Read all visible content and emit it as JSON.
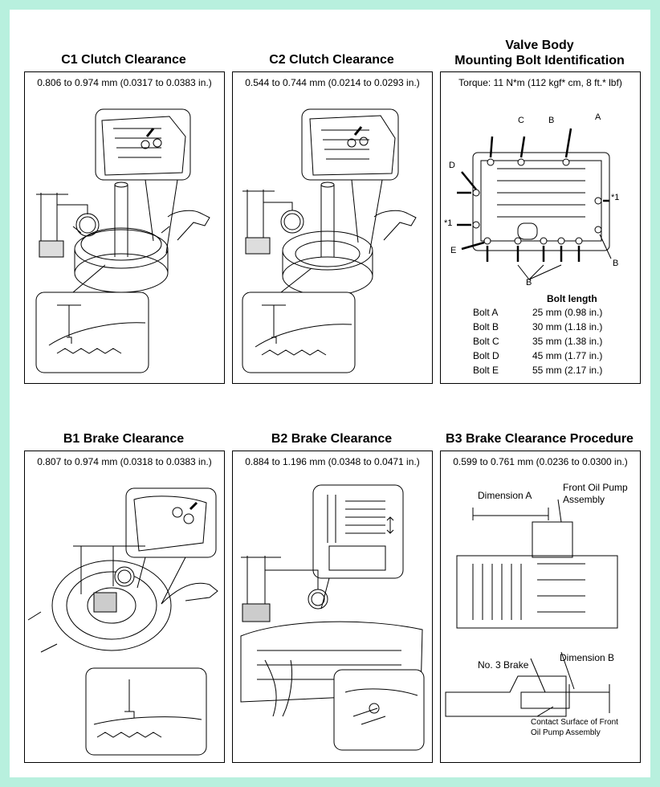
{
  "panels": {
    "c1": {
      "title": "C1 Clutch Clearance",
      "spec": "0.806 to 0.974 mm (0.0317 to 0.0383 in.)"
    },
    "c2": {
      "title": "C2 Clutch Clearance",
      "spec": "0.544 to 0.744 mm (0.0214 to 0.0293 in.)"
    },
    "valve": {
      "title_line1": "Valve Body",
      "title_line2": "Mounting Bolt Identification",
      "spec": "Torque: 11 N*m (112 kgf* cm, 8 ft.* lbf)",
      "callouts": {
        "a": "A",
        "b": "B",
        "c": "C",
        "d": "D",
        "e": "E",
        "star1": "*1"
      },
      "table_header": "Bolt length",
      "bolts": [
        {
          "name": "Bolt A",
          "length": "25 mm (0.98 in.)"
        },
        {
          "name": "Bolt B",
          "length": "30 mm (1.18 in.)"
        },
        {
          "name": "Bolt C",
          "length": "35 mm (1.38 in.)"
        },
        {
          "name": "Bolt D",
          "length": "45 mm (1.77 in.)"
        },
        {
          "name": "Bolt E",
          "length": "55 mm (2.17 in.)"
        }
      ]
    },
    "b1": {
      "title": "B1 Brake Clearance",
      "spec": "0.807 to 0.974 mm (0.0318 to 0.0383 in.)"
    },
    "b2": {
      "title": "B2 Brake Clearance",
      "spec": "0.884 to 1.196 mm (0.0348 to 0.0471 in.)"
    },
    "b3": {
      "title": "B3 Brake Clearance Procedure",
      "spec": "0.599 to 0.761 mm (0.0236 to 0.0300 in.)",
      "dimension_a": "Dimension A",
      "front_pump_line1": "Front Oil Pump",
      "front_pump_line2": "Assembly",
      "no3_brake": "No. 3 Brake",
      "dimension_b": "Dimension B",
      "contact_line1": "Contact Surface of Front",
      "contact_line2": "Oil Pump Assembly"
    }
  }
}
